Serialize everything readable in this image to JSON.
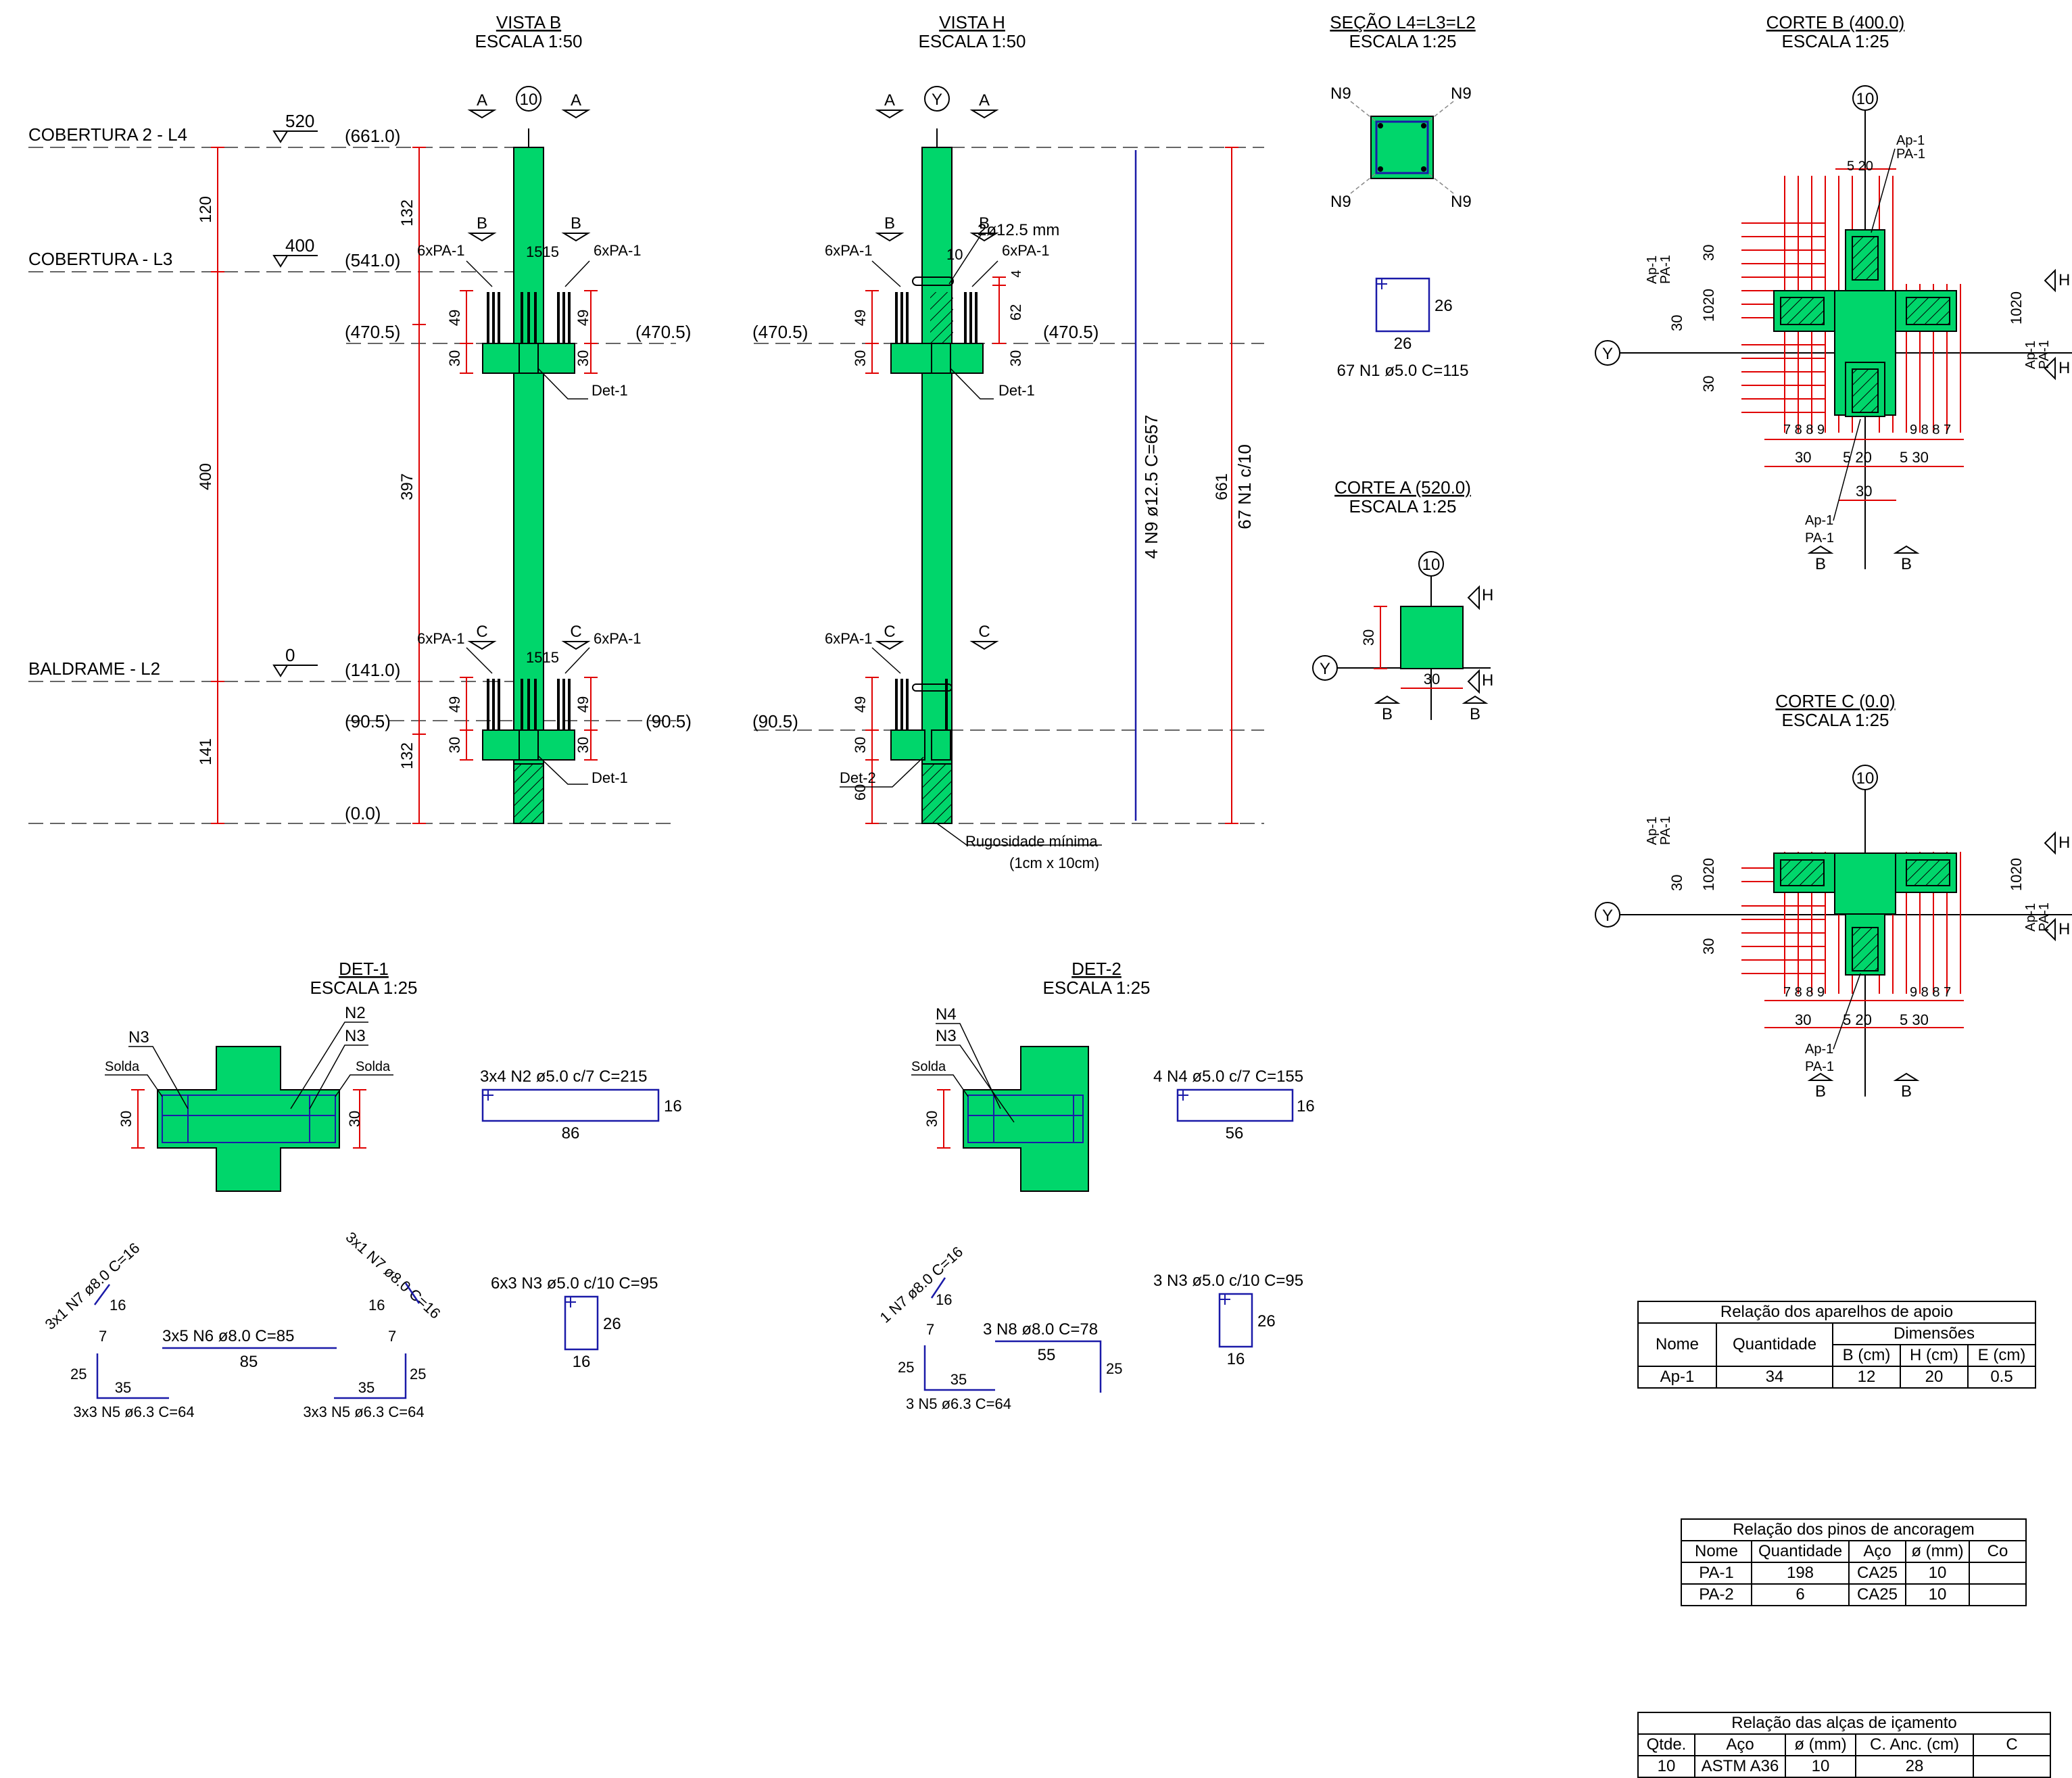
{
  "titles": {
    "vista_b": "VISTA B",
    "vista_h": "VISTA H",
    "secao": "SEÇÃO L4=L3=L2",
    "corte_b": "CORTE B (400.0)",
    "corte_a": "CORTE A (520.0)",
    "corte_c": "CORTE C (0.0)",
    "det1": "DET-1",
    "det2": "DET-2",
    "esc50": "ESCALA 1:50",
    "esc25": "ESCALA 1:25"
  },
  "levels": {
    "cob2": "COBERTURA 2 - L4",
    "cob": "COBERTURA - L3",
    "bal": "BALDRAME - L2",
    "v520": "520",
    "v400": "400",
    "v0": "0",
    "e661": "(661.0)",
    "e541": "(541.0)",
    "e470": "(470.5)",
    "e141": "(141.0)",
    "e90": "(90.5)",
    "e0": "(0.0)"
  },
  "dims": {
    "d120": "120",
    "d400": "400",
    "d141": "141",
    "d132": "132",
    "d397": "397",
    "d49": "49",
    "d30": "30",
    "d62": "62",
    "d60": "60",
    "d10": "10",
    "d4": "4",
    "d1515": "1515",
    "d661": "661",
    "d26": "26",
    "d16": "16",
    "d86": "86",
    "d56": "56",
    "d85": "85",
    "d55": "55",
    "d35": "35",
    "d25": "25",
    "d7": "7",
    "d520": "5 20",
    "d1020": "1020",
    "d530": "5  30",
    "d789": "7  8  8  9",
    "d987": "9  8  8  7"
  },
  "labels": {
    "axis10": "10",
    "axisY": "Y",
    "secA": "A",
    "secB": "B",
    "secC": "C",
    "secH": "H",
    "pa6": "6xPA-1",
    "det1": "Det-1",
    "det2": "Det-2",
    "bar2": "2ø12.5 mm",
    "n9bars": "4 N9 ø12.5 C=657",
    "n1bars": "67 N1 c/10",
    "rug1": "Rugosidade mínima",
    "rug2": "(1cm x 10cm)",
    "n9": "N9",
    "n1": "67 N1 ø5.0 C=115",
    "ap1": "Ap-1",
    "pa1": "PA-1",
    "n3": "N3",
    "n2": "N2",
    "n4": "N4",
    "solda": "Solda",
    "n2bar": "3x4 N2 ø5.0 c/7 C=215",
    "n4bar": "4 N4 ø5.0 c/7 C=155",
    "n3bar6": "6x3 N3 ø5.0 c/10 C=95",
    "n3bar": "3 N3 ø5.0 c/10 C=95",
    "n7a": "3x1 N7 ø8.0 C=16",
    "n7b": "1 N7 ø8.0 C=16",
    "n6": "3x5 N6 ø8.0 C=85",
    "n8": "3 N8 ø8.0 C=78",
    "n5a": "3x3 N5 ø6.3 C=64",
    "n5b": "3 N5 ø6.3 C=64"
  },
  "table_apoio": {
    "title": "Relação dos aparelhos de apoio",
    "h_nome": "Nome",
    "h_qtd": "Quantidade",
    "h_dim": "Dimensões",
    "h_b": "B (cm)",
    "h_h": "H (cm)",
    "h_e": "E (cm)",
    "rows": [
      [
        "Ap-1",
        "34",
        "12",
        "20",
        "0.5"
      ]
    ]
  },
  "table_pinos": {
    "title": "Relação dos pinos de ancoragem",
    "headers": [
      "Nome",
      "Quantidade",
      "Aço",
      "ø (mm)",
      "Co"
    ],
    "rows": [
      [
        "PA-1",
        "198",
        "CA25",
        "10",
        ""
      ],
      [
        "PA-2",
        "6",
        "CA25",
        "10",
        ""
      ]
    ]
  },
  "table_alcas": {
    "title": "Relação das alças de içamento",
    "headers": [
      "Qtde.",
      "Aço",
      "ø (mm)",
      "C. Anc. (cm)",
      "C"
    ],
    "rows": [
      [
        "10",
        "ASTM A36",
        "10",
        "28",
        ""
      ]
    ]
  }
}
